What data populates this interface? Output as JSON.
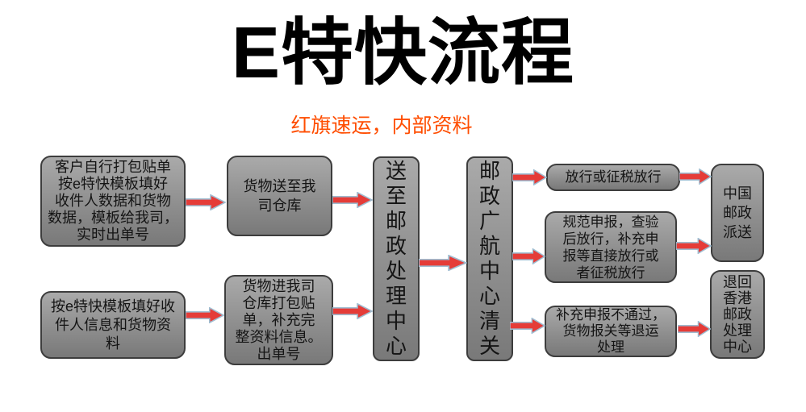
{
  "title": "E特快流程",
  "subtitle": "红旗速运，内部资料",
  "colors": {
    "title_color": "#000000",
    "subtitle_color": "#ff4d00",
    "box_fill_top": "#aaaaaa",
    "box_fill_bottom": "#797979",
    "box_border": "#3d3d3d",
    "box_text": "#141414",
    "arrow_fill": "#e53c38",
    "arrow_outline": "#9fbdd1",
    "background": "#ffffff"
  },
  "nodes": {
    "customer_self_pack": {
      "text": "客户自行打包贴单\n按e特快模板填好\n收件人数据和货物\n数据，模板给我司，\n实时出单号"
    },
    "goods_to_our_warehouse": {
      "text": "货物送至我\n司仓库"
    },
    "fill_template": {
      "text": "按e特快模板填好收\n件人信息和货物资\n料"
    },
    "goods_into_warehouse": {
      "text": "货物进我司\n仓库打包贴\n单，补充完\n整资料信息。\n出单号"
    },
    "post_processing_center": {
      "text": "送\n至\n邮\n政\n处\n理\n中\n心"
    },
    "guanghang_customs": {
      "text": "邮\n政\n广\n航\n中\n心\n清\n关"
    },
    "release_or_tax": {
      "text": "放行或征税放行"
    },
    "standard_declaration": {
      "text": "规范申报，查验\n后放行，补充申\n报等直接放行或\n者征税放行"
    },
    "supplement_fail_return": {
      "text": "补充申报不通过，\n货物报关等退运\n处理"
    },
    "china_post_delivery": {
      "text": "中国\n邮政\n派送"
    },
    "return_hk_center": {
      "text": "退回\n香港\n邮政\n处理\n中心"
    }
  },
  "connections": [
    {
      "from": "customer_self_pack",
      "to": "goods_to_our_warehouse"
    },
    {
      "from": "goods_to_our_warehouse",
      "to": "post_processing_center"
    },
    {
      "from": "fill_template",
      "to": "goods_into_warehouse"
    },
    {
      "from": "goods_into_warehouse",
      "to": "post_processing_center"
    },
    {
      "from": "post_processing_center",
      "to": "guanghang_customs"
    },
    {
      "from": "guanghang_customs",
      "to": "release_or_tax"
    },
    {
      "from": "guanghang_customs",
      "to": "standard_declaration"
    },
    {
      "from": "guanghang_customs",
      "to": "supplement_fail_return"
    },
    {
      "from": "release_or_tax",
      "to": "china_post_delivery"
    },
    {
      "from": "standard_declaration",
      "to": "china_post_delivery"
    },
    {
      "from": "supplement_fail_return",
      "to": "return_hk_center"
    }
  ]
}
